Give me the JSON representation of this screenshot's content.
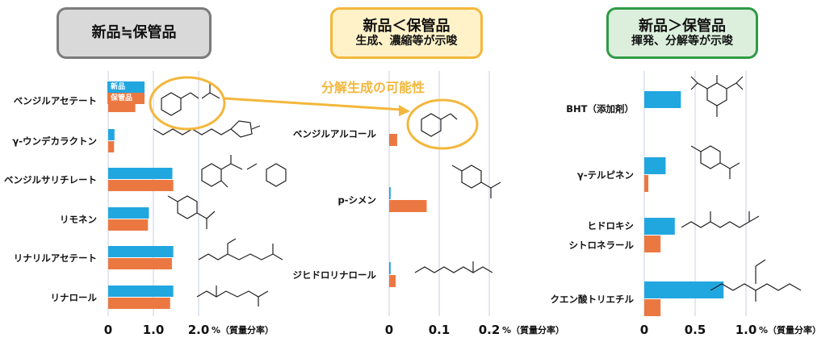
{
  "headers": {
    "panel1": {
      "title": "新品≒保管品",
      "subtitle": ""
    },
    "panel2": {
      "title": "新品＜保管品",
      "subtitle": "生成、濃縮等が示唆"
    },
    "panel3": {
      "title": "新品＞保管品",
      "subtitle": "揮発、分解等が示唆"
    }
  },
  "annotation": {
    "label": "分解生成の可能性"
  },
  "legend": {
    "new": "新品",
    "stored": "保管品"
  },
  "colors": {
    "new": "#21a7e0",
    "stored": "#ec7841",
    "grid": "#c9cfe6",
    "highlight": "#f3b73b"
  },
  "chart_data": [
    {
      "type": "bar",
      "orientation": "horizontal",
      "categories": [
        "ベンジルアセテート",
        "γ-ウンデカラクトン",
        "ベンジルサリチレート",
        "リモネン",
        "リナリルアセテート",
        "リナロール"
      ],
      "series": [
        {
          "name": "新品",
          "values": [
            0.7,
            0.14,
            1.42,
            0.9,
            1.44,
            1.44
          ]
        },
        {
          "name": "保管品",
          "values": [
            0.6,
            0.13,
            1.44,
            0.88,
            1.41,
            1.37
          ]
        }
      ],
      "xlim": [
        0,
        2.0
      ],
      "xticks": [
        "0",
        "1.0",
        "2.0"
      ],
      "tick_values": [
        0,
        1.0,
        2.0
      ],
      "unit_label": "%（質量分率）"
    },
    {
      "type": "bar",
      "orientation": "horizontal",
      "categories": [
        "ベンジルアルコール",
        "p-シメン",
        "ジヒドロリナロール"
      ],
      "series": [
        {
          "name": "新品",
          "values": [
            0.0,
            0.003,
            0.003
          ]
        },
        {
          "name": "保管品",
          "values": [
            0.016,
            0.075,
            0.013
          ]
        }
      ],
      "xlim": [
        0,
        0.2
      ],
      "xticks": [
        "0",
        "0.1",
        "0.2"
      ],
      "tick_values": [
        0,
        0.1,
        0.2
      ],
      "unit_label": "%（質量分率）"
    },
    {
      "type": "bar",
      "orientation": "horizontal",
      "categories": [
        "BHT（添加剤）",
        "γ-テルピネン",
        "ヒドロキシ",
        "クエン酸トリエチル"
      ],
      "category_line2": [
        "",
        "",
        "シトロネラール",
        ""
      ],
      "series": [
        {
          "name": "新品",
          "values": [
            0.36,
            0.21,
            0.3,
            0.78
          ]
        },
        {
          "name": "保管品",
          "values": [
            0.0,
            0.04,
            0.16,
            0.16
          ]
        }
      ],
      "xlim": [
        0,
        1.0
      ],
      "xticks": [
        "0",
        "0.5",
        "1.0"
      ],
      "tick_values": [
        0,
        0.5,
        1.0
      ],
      "unit_label": "%（質量分率）"
    }
  ]
}
